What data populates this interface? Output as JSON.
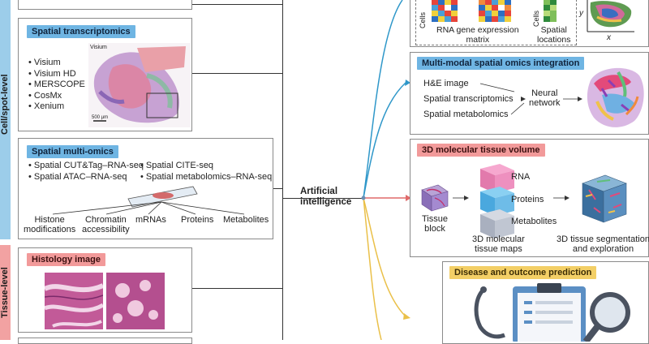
{
  "left": {
    "cell_label": "Cell/spot-level",
    "tissue_label": "Tissue-level",
    "spatial_transcriptomics": {
      "title": "Spatial transcriptomics",
      "items": [
        "• Visium",
        "• Visium HD",
        "• MERSCOPE",
        "• CosMx",
        "• Xenium"
      ],
      "image_caption": "Visium",
      "scale_label": "500 µm"
    },
    "spatial_multiomics": {
      "title": "Spatial multi-omics",
      "col1": [
        "• Spatial CUT&Tag–RNA-seq",
        "• Spatial ATAC–RNA-seq"
      ],
      "col2": [
        "• Spatial CITE-seq",
        "• Spatial metabolomics–RNA-seq"
      ],
      "outputs": [
        "Histone\nmodifications",
        "Chromatin\naccessibility",
        "mRNAs",
        "Proteins",
        "Metabolites"
      ]
    },
    "histology": {
      "title": "Histology image"
    }
  },
  "center": {
    "ai_label": "Artificial\nintelligence"
  },
  "right": {
    "top_panel": {
      "cells_label": "Cells",
      "matrix_caption": "RNA gene expression\nmatrix",
      "cells_label2": "Cells",
      "spatial_caption": "Spatial\nlocations",
      "axis_y": "y",
      "axis_x": "x"
    },
    "integration": {
      "title": "Multi-modal spatial omics integration",
      "inputs": [
        "H&E image",
        "Spatial transcriptomics",
        "Spatial metabolomics"
      ],
      "network": "Neural\nnetwork"
    },
    "volume": {
      "title": "3D molecular tissue volume",
      "block_label": "Tissue\nblock",
      "layers": [
        "RNA",
        "Proteins",
        "Metabolites"
      ],
      "maps_label": "3D molecular\ntissue maps",
      "seg_label": "3D tissue segmentation\nand exploration"
    },
    "prediction": {
      "title": "Disease and outcome prediction"
    }
  },
  "colors": {
    "blue": "#6fb5e3",
    "red": "#f29a9a",
    "yellow": "#f3cf66",
    "teal_curve": "#2e97c9",
    "red_curve": "#e06a6a",
    "yellow_curve": "#eac049"
  }
}
